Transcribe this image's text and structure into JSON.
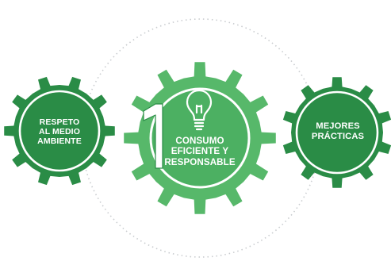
{
  "gears": [
    {
      "id": "left",
      "lines": [
        "RESPETO",
        "AL MEDIO",
        "AMBIENTE"
      ]
    },
    {
      "id": "center",
      "number": "1",
      "icon": "lightbulb-icon",
      "lines": [
        "CONSUMO",
        "EFICIENTE Y",
        "RESPONSABLE"
      ]
    },
    {
      "id": "right",
      "lines": [
        "MEJORES",
        "PRÁCTICAS"
      ]
    }
  ],
  "colors": {
    "gear_dark": "#2a8c46",
    "gear_mid": "#36a450",
    "gear_light": "#57b86a",
    "ring": "#ffffff",
    "orbit": "#c9cccf"
  }
}
